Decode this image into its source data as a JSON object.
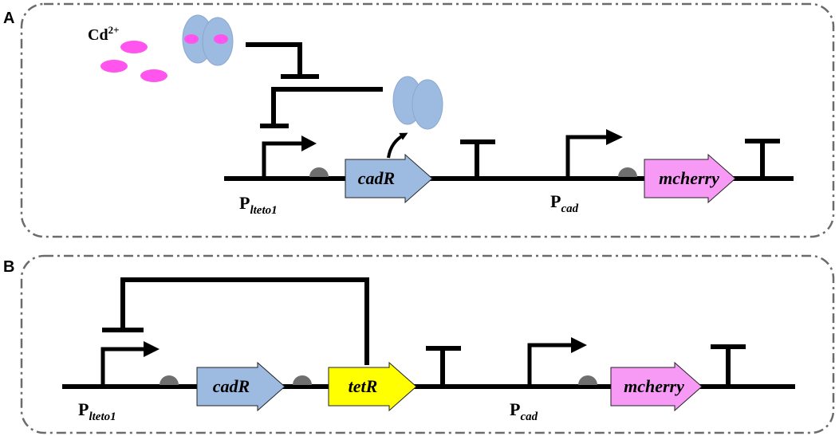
{
  "panels": {
    "a": {
      "label": "A",
      "ion_label": "Cd",
      "ion_charge": "2+",
      "genes": [
        "cadR",
        "mcherry"
      ],
      "promoters": [
        {
          "name": "P",
          "subscript": "lteto1"
        },
        {
          "name": "P",
          "subscript": "cad"
        }
      ]
    },
    "b": {
      "label": "B",
      "genes": [
        "cadR",
        "tetR",
        "mcherry"
      ],
      "promoters": [
        {
          "name": "P",
          "subscript": "lteto1"
        },
        {
          "name": "P",
          "subscript": "cad"
        }
      ]
    }
  },
  "colors": {
    "cadR_fill": "#9dbbe1",
    "tetR_fill": "#ffff00",
    "mcherry_fill": "#f79af6",
    "protein_fill": "#9dbbe1",
    "cadmium_fill": "#ff55ee",
    "rbs_fill": "#6e6e6e",
    "frame_stroke": "#6b6b6b"
  }
}
